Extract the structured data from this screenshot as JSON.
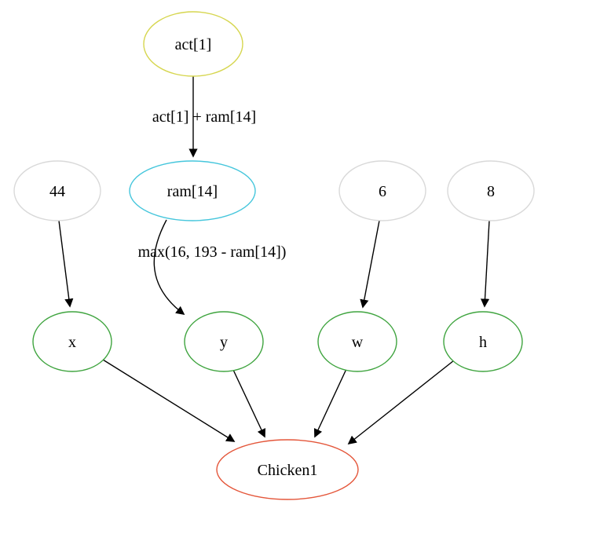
{
  "diagram": {
    "type": "directed-graph",
    "background": "#ffffff",
    "edge_color": "#000000",
    "nodes": {
      "act1": {
        "label": "act[1]",
        "stroke": "#d6d64f"
      },
      "ram14": {
        "label": "ram[14]",
        "stroke": "#45c6dc"
      },
      "n44": {
        "label": "44",
        "stroke": "#d9d9d9"
      },
      "n6": {
        "label": "6",
        "stroke": "#d9d9d9"
      },
      "n8": {
        "label": "8",
        "stroke": "#d9d9d9"
      },
      "x": {
        "label": "x",
        "stroke": "#3fa43f"
      },
      "y": {
        "label": "y",
        "stroke": "#3fa43f"
      },
      "w": {
        "label": "w",
        "stroke": "#3fa43f"
      },
      "h": {
        "label": "h",
        "stroke": "#3fa43f"
      },
      "chicken1": {
        "label": "Chicken1",
        "stroke": "#e4563a"
      }
    },
    "edges": [
      {
        "from": "act[1]",
        "to": "ram[14]",
        "label": "act[1] + ram[14]"
      },
      {
        "from": "ram[14]",
        "to": "y",
        "label": "max(16, 193 - ram[14])"
      },
      {
        "from": "44",
        "to": "x",
        "label": ""
      },
      {
        "from": "6",
        "to": "w",
        "label": ""
      },
      {
        "from": "8",
        "to": "h",
        "label": ""
      },
      {
        "from": "x",
        "to": "Chicken1",
        "label": ""
      },
      {
        "from": "y",
        "to": "Chicken1",
        "label": ""
      },
      {
        "from": "w",
        "to": "Chicken1",
        "label": ""
      },
      {
        "from": "h",
        "to": "Chicken1",
        "label": ""
      }
    ]
  }
}
